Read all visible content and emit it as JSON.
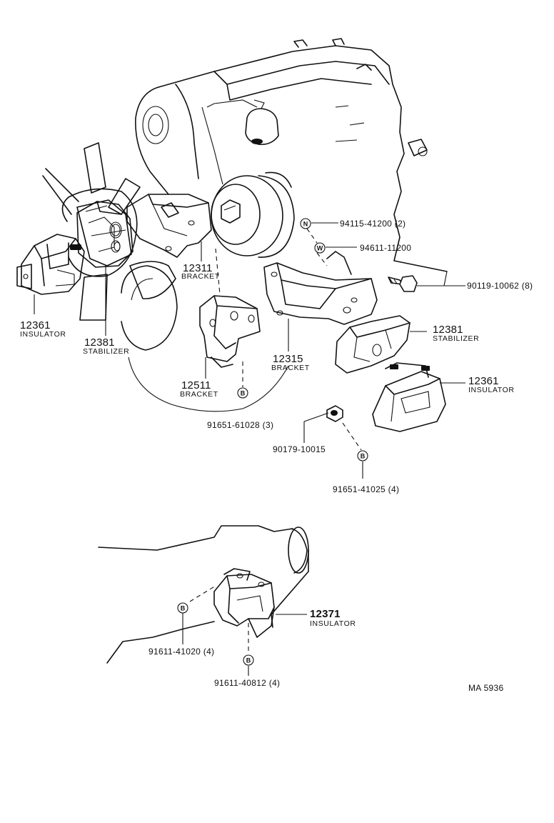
{
  "parts": [
    {
      "number": "12361",
      "name": "INSULATOR"
    },
    {
      "number": "12381",
      "name": "STABILIZER"
    },
    {
      "number": "12311",
      "name": "BRACKET"
    },
    {
      "number": "12511",
      "name": "BRACKET"
    },
    {
      "number": "12315",
      "name": "BRACKET"
    },
    {
      "number": "12381",
      "name": "STABILIZER"
    },
    {
      "number": "12361",
      "name": "INSULATOR"
    },
    {
      "number": "12371",
      "name": "INSULATOR"
    }
  ],
  "fasteners": [
    {
      "symbol": "N",
      "part_no": "94115-41200 (2)"
    },
    {
      "symbol": "W",
      "part_no": "94611-11200"
    },
    {
      "symbol": "",
      "part_no": "90119-10062 (8)"
    },
    {
      "symbol": "B",
      "part_no": "91651-61028 (3)"
    },
    {
      "symbol": "",
      "part_no": "90179-10015"
    },
    {
      "symbol": "B",
      "part_no": "91651-41025 (4)"
    },
    {
      "symbol": "B",
      "part_no": "91611-41020 (4)"
    },
    {
      "symbol": "B",
      "part_no": "91611-40812 (4)"
    }
  ],
  "diagram_code": "MA 5936"
}
